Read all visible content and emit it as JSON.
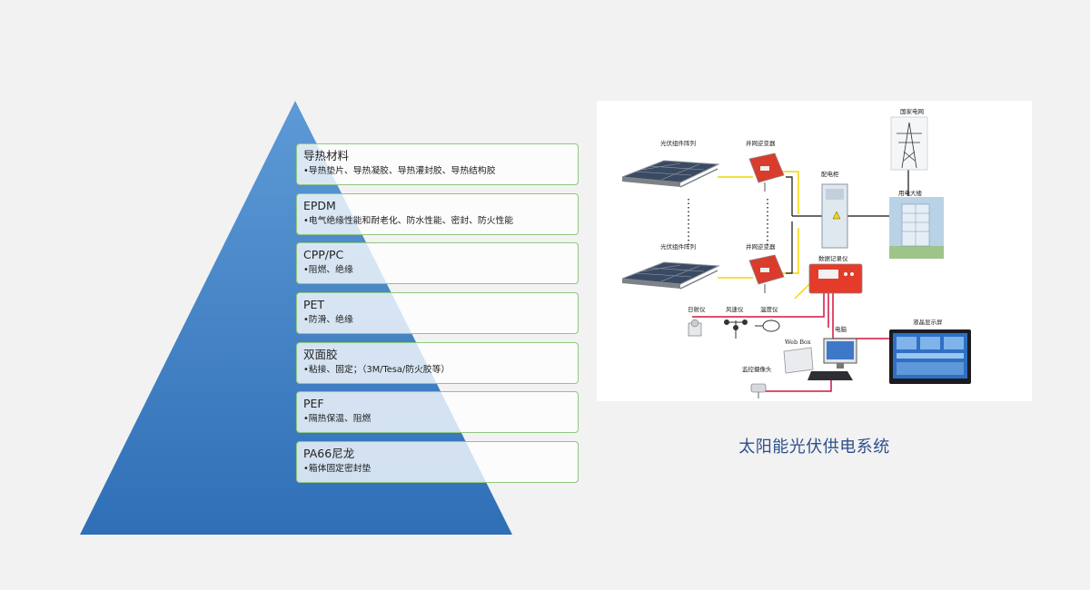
{
  "pyramid": {
    "gradient": {
      "top": "#5d9ad6",
      "bottom": "#2f6fb6"
    },
    "layers": [
      {
        "title": "导热材料",
        "desc": "•导热垫片、导热凝胶、导热灌封胶、导热结构胶"
      },
      {
        "title": "EPDM",
        "desc": "•电气绝缘性能和耐老化、防水性能、密封、防火性能"
      },
      {
        "title": "CPP/PC",
        "desc": "•阻燃、绝缘"
      },
      {
        "title": "PET",
        "desc": "•防滑、绝缘"
      },
      {
        "title": "双面胶",
        "desc": "•粘接、固定；（3M/Tesa/防火胶等）"
      },
      {
        "title": "PEF",
        "desc": "•隔热保温、阻燃"
      },
      {
        "title": "PA66尼龙",
        "desc": "•箱体固定密封垫"
      }
    ]
  },
  "diagram": {
    "labels": {
      "pv_array_top": "光伏组件阵列",
      "inverter_top": "并网逆变器",
      "pv_array_bottom": "光伏组件阵列",
      "inverter_bottom": "并网逆变器",
      "distribution_cabinet": "配电柜",
      "national_grid": "国家电网",
      "building": "用电大楼",
      "data_logger": "数据记录仪",
      "irradiance_meter": "日射仪",
      "anemometer": "风速仪",
      "thermometer": "温度仪",
      "computer": "电脑",
      "web_box": "Web Box",
      "camera": "监控摄像头",
      "lcd_screen": "液晶显示屏"
    },
    "colors": {
      "dc_line": "#f2d600",
      "data_line": "#d4143c",
      "ac_line": "#111111"
    },
    "caption": "太阳能光伏供电系统"
  }
}
